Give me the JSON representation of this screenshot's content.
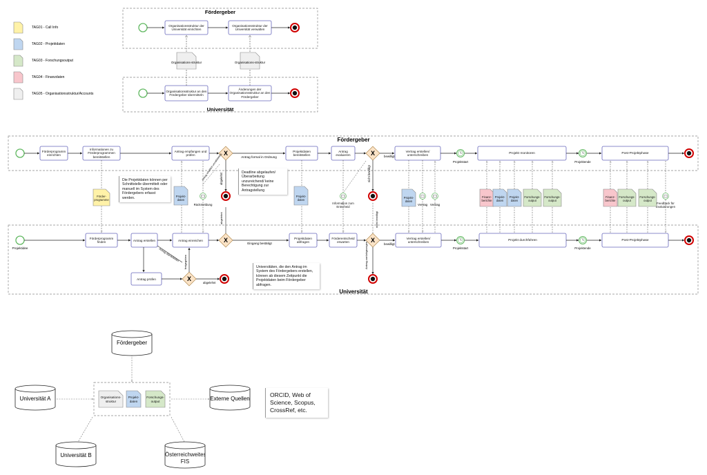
{
  "colors": {
    "task_fill": "#ffffff",
    "task_stroke": "#6666bb",
    "start": "#60b860",
    "end": "#d00000",
    "gateway": "#fbe3c6",
    "doc_yellow": "#fff2a8",
    "doc_blue": "#bfd6f0",
    "doc_green": "#d5e8c8",
    "doc_red": "#f8c6cc",
    "doc_gray": "#efefef"
  },
  "legend": [
    {
      "label": "TAG01 - Call Info",
      "color": "yellow"
    },
    {
      "label": "TAG02 - Projektdaten",
      "color": "blue"
    },
    {
      "label": "TAG03 - Forschungsoutput",
      "color": "green"
    },
    {
      "label": "TAG04 - Finanzdaten",
      "color": "red"
    },
    {
      "label": "TAG05 - Organisationsstruktur/Accounts",
      "color": "gray"
    }
  ],
  "pool_top": {
    "title_top": "Fördergeber",
    "title_bottom": "Universität",
    "tasks": {
      "org_einrichten": "Organisationsstruktur der Universität einrichten",
      "org_verwalten": "Organisationsstruktur der Universität verwalten",
      "org_uebermitteln": "Organisationsstruktur an den Fördergeber übermitteln",
      "aenderungen": "Änderungen der Organisationsstruktur an den Fördergeber"
    },
    "doc_label": "Organisations-struktur"
  },
  "pool_main": {
    "title_top": "Fördergeber",
    "title_bottom": "Universität",
    "fg_tasks": {
      "fp_einrichten": "Förderprogramm einrichten",
      "infos": "Informationen zu Förderprogrammen bereitstellen",
      "antrag_empfangen": "Antrag empfangen und prüfen",
      "projektdaten_bereitstellen": "Projektdaten bereitstellen",
      "antrag_evaluieren": "Antrag evaluieren",
      "vertrag": "Vertrag erstellen/ unterschreiben",
      "monitoren": "Projekt monitoren",
      "post": "Post-Projektphase"
    },
    "uni_tasks": {
      "fp_finden": "Förderprogramm finden",
      "antrag_erstellen": "Antrag erstellen",
      "antrag_einreichen": "Antrag einreichen",
      "antrag_pruefen": "Antrag prüfen",
      "projektdaten_abfragen": "Projektdaten abfragen",
      "foerderentscheid": "Förderentscheid erwarten",
      "vertrag": "Vertrag erstellen/ unterschreiben",
      "durchfuehren": "Projekt durchführen",
      "post": "Post-Projektphase"
    },
    "gateway_symbol": "X",
    "edge_labels": {
      "formal": "Antrag formal in Ordnung",
      "bewilligt": "bewilligt",
      "projektstart": "Projektstart",
      "projektende": "Projektende",
      "abgelehnt": "abgelehnt",
      "eingang": "Eingang bestätigt",
      "projektidee": "Projektidee",
      "rueckmeldung": "Rückmeldung",
      "info_entscheid": "Information zum Entscheid",
      "vertrag": "Vertrag",
      "feedback": "Feedback für Evaluierungen",
      "nicht_bewilligt": "nicht bewilligt",
      "zurueckgezogen": "Antrag zurückgezogen",
      "ueberarbeiten": "Antrag überarbeiten",
      "freigegeben": "freigegeben",
      "inhaltlich": "Antrag inhaltlich unvollständig",
      "nicht_ok": "Antrag nicht in Ordnung"
    },
    "docs": {
      "foerderprogramme": "Förder-programme",
      "projektdaten": "Projekt-daten",
      "finanzberichte": "Finanz-berichte",
      "forschungsoutput": "Forschungs-output"
    },
    "notes": {
      "schnittstelle": "Die Projektdaten können per Schnittstelle übermittelt oder manuell im System des Fördergebers erfasst werden.",
      "deadline": "Deadline abgelaufen/ Überarbeitung unzureichend/ keine Berechtigung zur Antragstellung",
      "universitaeten": "Universitäten, die den Antrag im System des Fördergebers erstellen, können ab diesem Zeitpunkt die Projektdaten beim Fördergeber abfragen."
    }
  },
  "architecture": {
    "foerdergeber": "Fördergeber",
    "uni_a": "Universität A",
    "uni_b": "Universität B",
    "externe": "Externe Quellen",
    "fis": "Österreichweites FIS",
    "docs": {
      "org": "Organisations-struktur",
      "projekt": "Projekt-daten",
      "output": "Forschungs-output"
    },
    "sources_note": "ORCID, Web of Science, Scopus, CrossRef, etc."
  }
}
